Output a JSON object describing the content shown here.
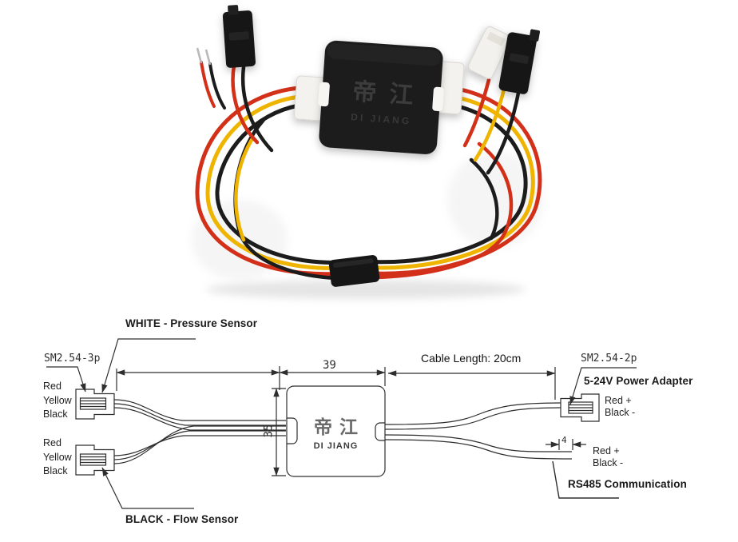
{
  "photo": {
    "module": {
      "label_cn": "帝江",
      "label_en": "DI JIANG"
    }
  },
  "diagram": {
    "module": {
      "label_cn": "帝江",
      "label_en": "DI JIANG"
    },
    "left": {
      "connector_type": "SM2.54-3p",
      "top_label": "WHITE - Pressure Sensor",
      "bottom_label": "BLACK - Flow Sensor",
      "top_wires": [
        "Red",
        "Yellow",
        "Black"
      ],
      "bottom_wires": [
        "Red",
        "Yellow",
        "Black"
      ]
    },
    "right": {
      "connector_type": "SM2.54-2p",
      "power_label": "5-24V Power Adapter",
      "power_wires": [
        "Red +",
        "Black -"
      ],
      "rs485_label": "RS485 Communication",
      "rs485_wires": [
        "Red +",
        "Black -"
      ]
    },
    "dimensions": {
      "module_width_mm": "39",
      "module_height_mm": "35",
      "cable_length": "Cable Length: 20cm",
      "strip_length_mm": "4"
    }
  },
  "colors": {
    "wire_red": "#d3301a",
    "wire_yellow": "#efb400",
    "wire_black": "#1c1c1c",
    "line": "#2e2e2e"
  }
}
